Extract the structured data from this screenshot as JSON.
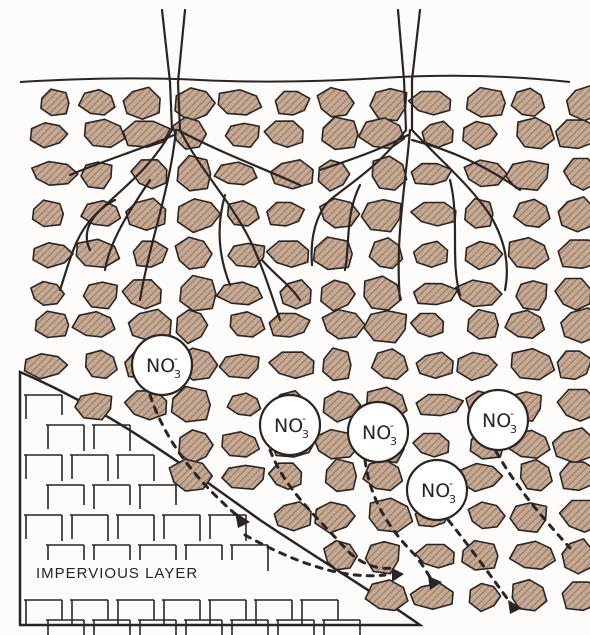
{
  "diagram": {
    "colors": {
      "ink": "#2a2522",
      "stone_fill": "#b79a86",
      "hatch": "#8c6650",
      "background": "#fdfcfa"
    },
    "impervious_layer_label": "IMPERVIOUS LAYER",
    "ions": [
      {
        "base": "NO",
        "sub": "3",
        "charge": "-"
      },
      {
        "base": "NO",
        "sub": "3",
        "charge": "-"
      },
      {
        "base": "NO",
        "sub": "3",
        "charge": "-"
      },
      {
        "base": "NO",
        "sub": "3",
        "charge": "-"
      },
      {
        "base": "NO",
        "sub": "3",
        "charge": "-"
      }
    ],
    "icons": {
      "root": "plant-root-icon",
      "arrow": "leaching-arrow-icon"
    }
  }
}
